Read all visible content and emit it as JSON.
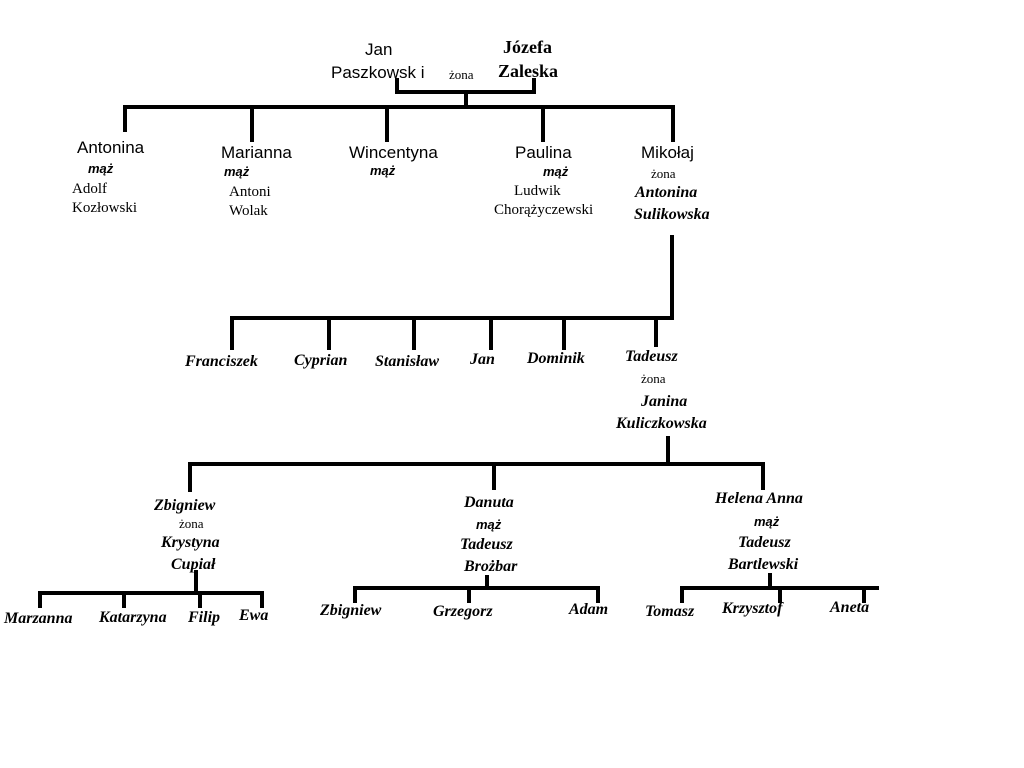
{
  "root": {
    "husband": [
      "Jan",
      "Paszkowsk i"
    ],
    "relation": "żona",
    "wife": [
      "Józefa",
      "Zaleska"
    ]
  },
  "gen1": [
    {
      "name": "Antonina",
      "relation": "mąż",
      "spouse": [
        "Adolf",
        "Kozłowski"
      ]
    },
    {
      "name": "Marianna",
      "relation": "mąż",
      "spouse": [
        "Antoni",
        "Wolak"
      ]
    },
    {
      "name": "Wincentyna",
      "relation": "mąż"
    },
    {
      "name": "Paulina",
      "relation": "mąż",
      "spouse": [
        "Ludwik",
        "Chorążyczewski"
      ]
    },
    {
      "name": "Mikołaj",
      "relation": "żona",
      "spouse": [
        "Antonina",
        "Sulikowska"
      ]
    }
  ],
  "gen2": [
    "Franciszek",
    "Cyprian",
    "Stanisław",
    "Jan",
    "Dominik"
  ],
  "tadeusz": {
    "name": "Tadeusz",
    "relation": "żona",
    "spouse": [
      "Janina",
      "Kuliczkowska"
    ]
  },
  "gen3": [
    {
      "name": "Zbigniew",
      "relation": "żona",
      "spouse": [
        "Krystyna",
        "Cupiał"
      ],
      "children": [
        "Marzanna",
        "Katarzyna",
        "Filip",
        "Ewa"
      ]
    },
    {
      "name": "Danuta",
      "relation": "mąż",
      "spouse": [
        "Tadeusz",
        "Brożbar"
      ],
      "children": [
        "Zbigniew",
        "Grzegorz",
        "Adam"
      ]
    },
    {
      "name": "Helena Anna",
      "relation": "mąż",
      "spouse": [
        "Tadeusz",
        "Bartlewski"
      ],
      "children": [
        "Tomasz",
        "Krzysztof",
        "Aneta"
      ]
    }
  ]
}
